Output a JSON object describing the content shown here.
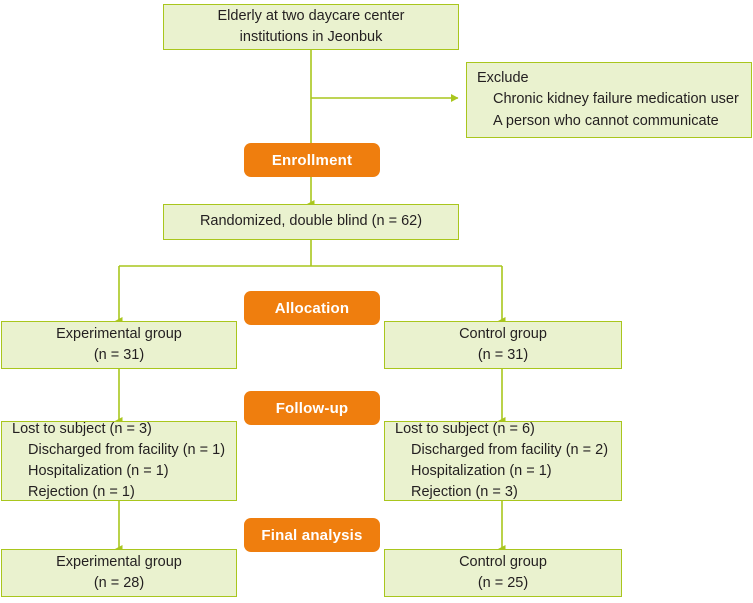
{
  "diagram": {
    "title": "CONSORT participant flow diagram",
    "colors": {
      "box_fill": "#eaf2cf",
      "box_border": "#a9c61d",
      "connector": "#a9c61d",
      "badge_fill": "#ef7e0e",
      "badge_text": "#ffffff",
      "text": "#231f20",
      "background": "#ffffff"
    },
    "nodes": {
      "source": {
        "line1": "Elderly at two daycare center",
        "line2": "institutions in Jeonbuk"
      },
      "exclude": {
        "heading": "Exclude",
        "items": [
          "Chronic kidney failure medication user",
          "A person who cannot communicate"
        ]
      },
      "randomized": {
        "line1": "Randomized, double blind (n = 62)"
      },
      "experimental_allocation": {
        "line1": "Experimental group",
        "line2": "(n = 31)"
      },
      "control_allocation": {
        "line1": "Control group",
        "line2": "(n = 31)"
      },
      "experimental_lost": {
        "heading": "Lost to subject (n = 3)",
        "items": [
          "Discharged from facility (n = 1)",
          "Hospitalization (n = 1)",
          "Rejection (n = 1)"
        ]
      },
      "control_lost": {
        "heading": "Lost to subject (n = 6)",
        "items": [
          "Discharged from facility (n = 2)",
          "Hospitalization (n = 1)",
          "Rejection (n = 3)"
        ]
      },
      "experimental_final": {
        "line1": "Experimental group",
        "line2": "(n = 28)"
      },
      "control_final": {
        "line1": "Control group",
        "line2": "(n = 25)"
      }
    },
    "stage_badges": {
      "enrollment": "Enrollment",
      "allocation": "Allocation",
      "followup": "Follow-up",
      "final_analysis": "Final analysis"
    }
  }
}
